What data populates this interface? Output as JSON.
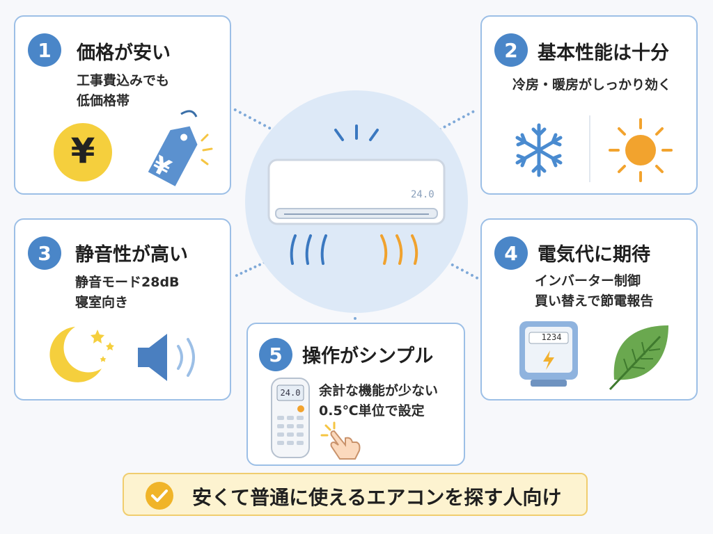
{
  "features": [
    {
      "number": "1",
      "title": "価格が安い",
      "lines": [
        "工事費込みでも",
        "低価格帯"
      ]
    },
    {
      "number": "2",
      "title": "基本性能は十分",
      "lines": [
        "冷房・暖房がしっかり効く"
      ]
    },
    {
      "number": "3",
      "title": "静音性が高い",
      "lines": [
        "静音モード28dB",
        "寝室向き"
      ]
    },
    {
      "number": "4",
      "title": "電気代に期待",
      "lines": [
        "インバーター制御",
        "買い替えで節電報告"
      ]
    },
    {
      "number": "5",
      "title": "操作がシンプル",
      "lines": [
        "余計な機能が少ない",
        "0.5℃単位で設定"
      ]
    }
  ],
  "icons": {
    "yen_coin_symbol": "¥",
    "yen_tag_symbol": "¥",
    "meter_readout": "1234"
  },
  "aircon": {
    "display": "24.0"
  },
  "remote": {
    "display": "24.0"
  },
  "summary": {
    "text": "安くて普通に使えるエアコンを探す人向け"
  },
  "colors": {
    "accent": "#4a86c8",
    "card_border": "#9cbfe6",
    "coin": "#f5cf3d",
    "sun": "#f2a32e",
    "leaf": "#6aa84f",
    "summary_bg": "#fdf3d0"
  }
}
